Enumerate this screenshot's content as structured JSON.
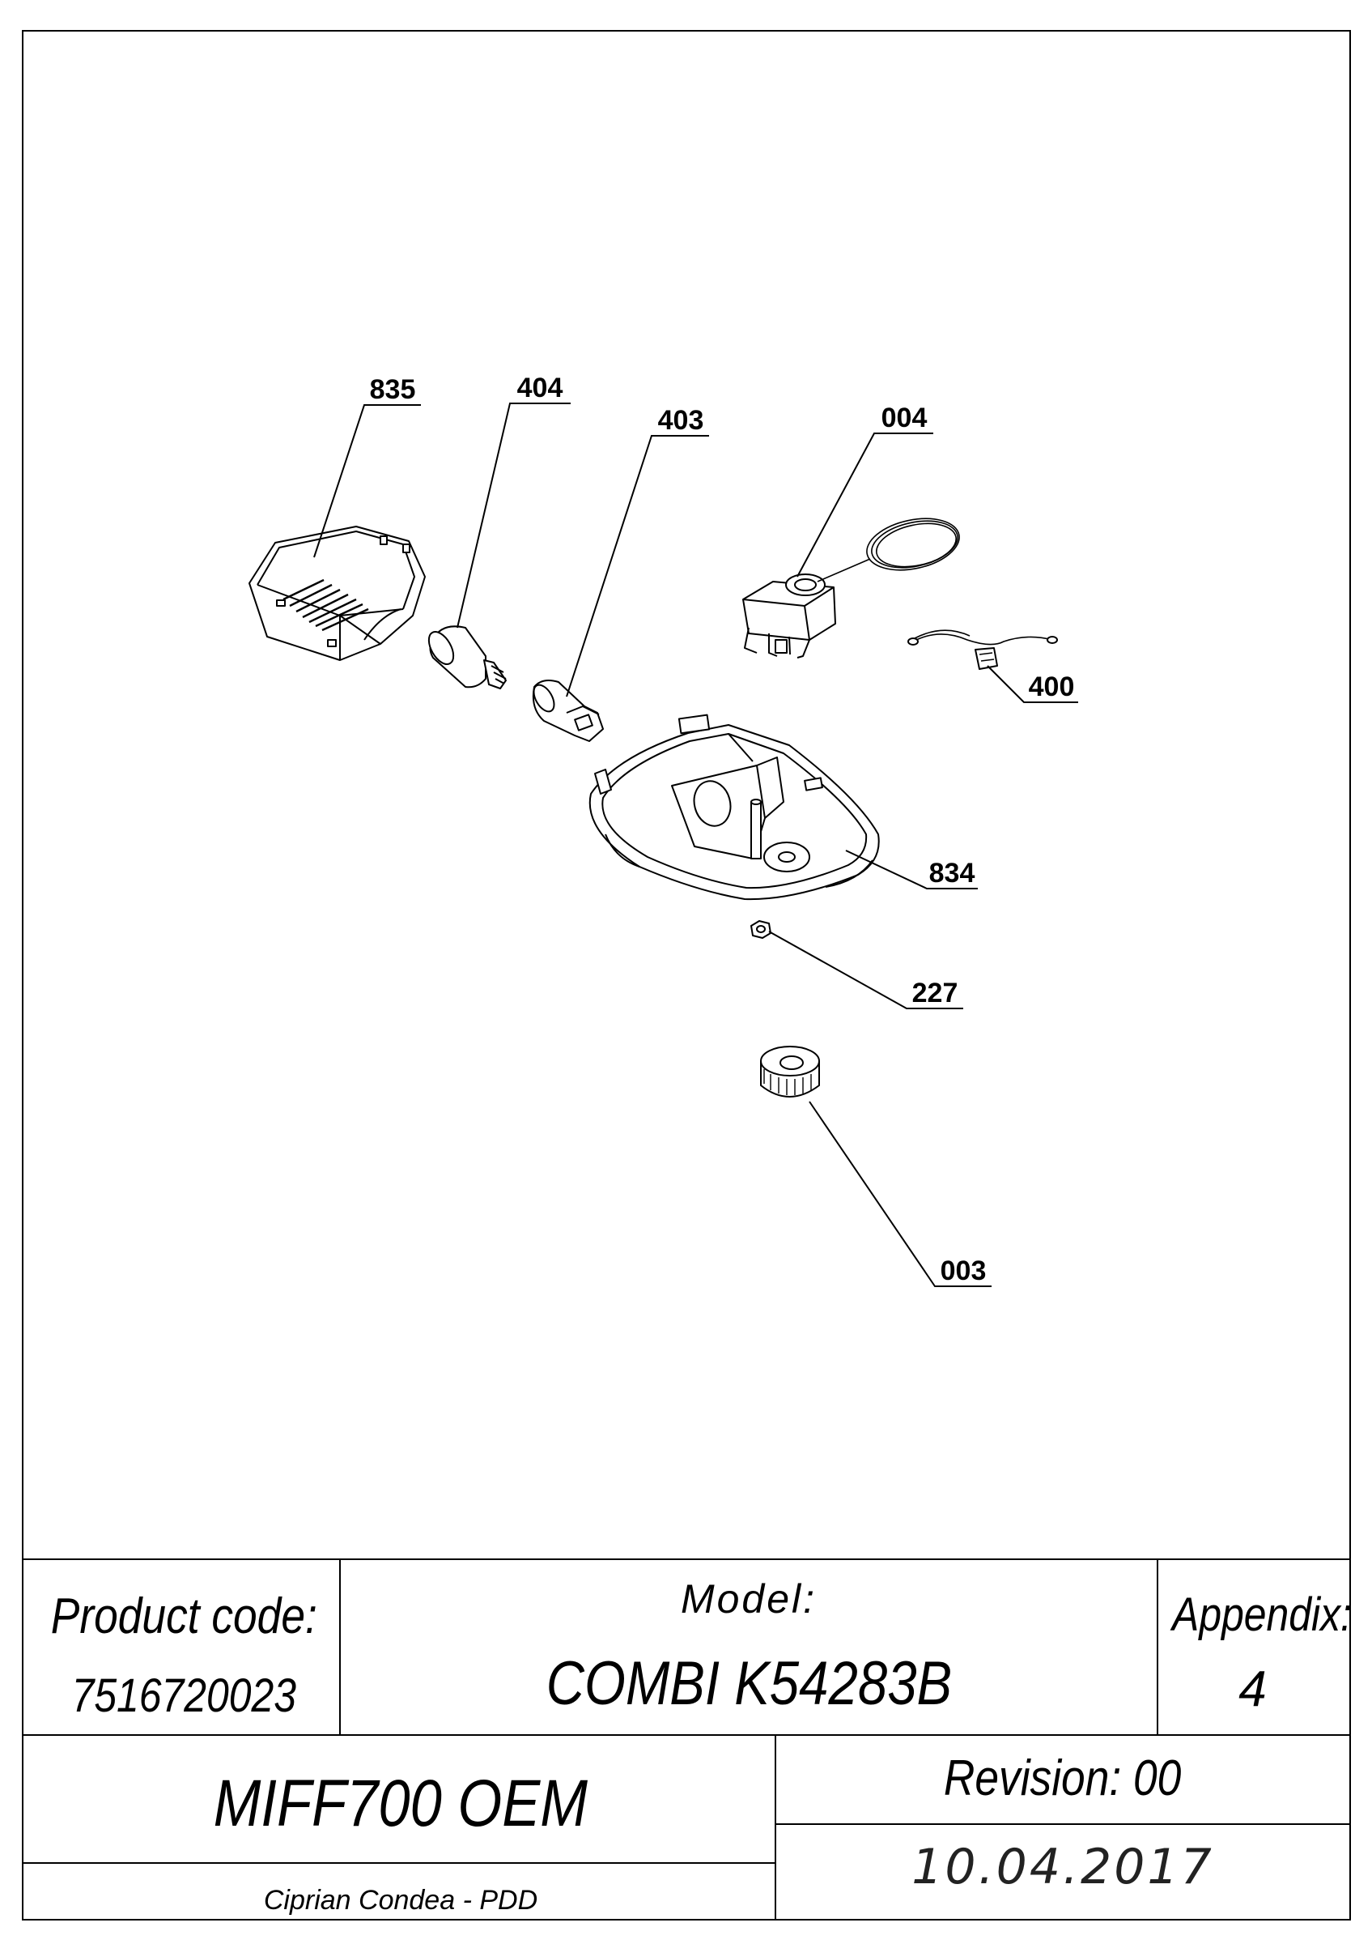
{
  "callouts": [
    {
      "label": "835"
    },
    {
      "label": "404"
    },
    {
      "label": "403"
    },
    {
      "label": "004"
    },
    {
      "label": "400"
    },
    {
      "label": "834"
    },
    {
      "label": "227"
    },
    {
      "label": "003"
    }
  ],
  "title_block": {
    "product_code_label": "Product code:",
    "product_code": "7516720023",
    "model_label": "Model:",
    "model": "COMBI K54283B",
    "appendix_label": "Appendix:",
    "appendix": "4",
    "drawing_name": "MIFF700 OEM",
    "revision": "Revision: 00",
    "date": "10.04.2017",
    "author": "Ciprian Condea - PDD"
  }
}
